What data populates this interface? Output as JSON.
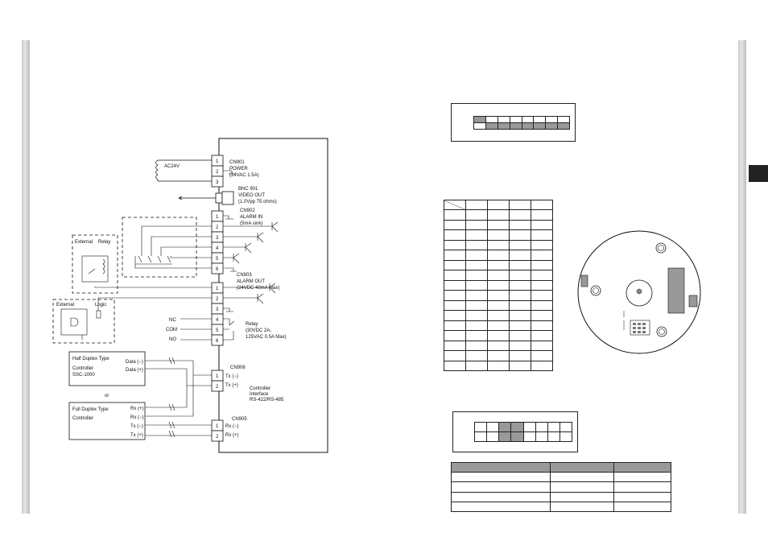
{
  "cn901": {
    "name": "CN901",
    "title": "POWER",
    "spec": "(24VAC 1.5A)",
    "source": "AC24V"
  },
  "bnc": {
    "name": "BNC 901",
    "title": "VIDEO OUT",
    "spec": "(1.0Vpp 75 ohms)"
  },
  "cn902": {
    "name": "CN902",
    "title": "ALARM  IN",
    "spec": "(5mA sink)"
  },
  "cn903": {
    "name": "CN903",
    "title": "ALARM OUT",
    "spec": "(24VDC 40mA Max)"
  },
  "relay": {
    "title": "Relay",
    "spec1": "(30VDC 2A,",
    "spec2": "125VAC 0.5A Max)",
    "nc": "NC",
    "com": "COM",
    "no": "NO"
  },
  "external_relay": {
    "a": "External",
    "b": "Relay"
  },
  "external_logic": {
    "a": "External",
    "b": "Logic"
  },
  "cn906": {
    "name": "CN906",
    "tx_minus": "Tx (−)",
    "tx_plus": "Tx (+)"
  },
  "cn905": {
    "name": "CN905",
    "rx_minus": "Rx (−)",
    "rx_plus": "Rx (+)"
  },
  "interface": {
    "l1": "Controller",
    "l2": "Interface",
    "l3": "RS-422/RS-485"
  },
  "half_duplex": {
    "title": "Half Duplex Type",
    "l1": "Controller",
    "l2": "SSC-1000",
    "data_minus": "Data (−)",
    "data_plus": "Data (+)"
  },
  "or": "or",
  "full_duplex": {
    "title": "Full Duplex Type",
    "l1": "Controller",
    "rx_plus": "Rx (+)",
    "rx_minus": "Rx (−)",
    "tx_minus": "Tx (−)",
    "tx_plus": "Tx (+)"
  },
  "pins": {
    "p1": "1",
    "p2": "2",
    "p3": "3",
    "p4": "4",
    "p5": "5",
    "p6": "6"
  }
}
